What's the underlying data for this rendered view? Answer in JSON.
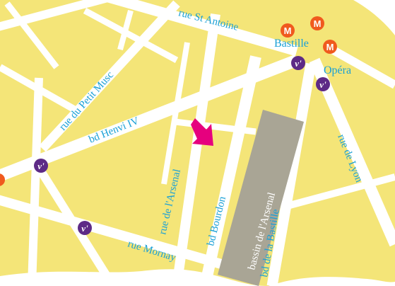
{
  "map": {
    "colors": {
      "land": "#f4e578",
      "road": "#ffffff",
      "basin": "#a9a595",
      "label": "#1aa0d6",
      "metro": "#f05a1e",
      "velib": "#5d2a86",
      "arrow": "#e6007e"
    },
    "streets": {
      "rue_st_antoine": "rue St Antoine",
      "rue_du_petit_musc": "rue du Petit Musc",
      "bd_henri_iv": "bd Henvi IV",
      "rue_de_l_arsenal": "rue de l'Arsenal",
      "bd_bourdon": "bd Bourdon",
      "rue_mornay": "rue Mornay",
      "bd_de_la_bastille": "bd de la Bastille",
      "rue_de_lyon": "rue de Lyon"
    },
    "basin_label": "bassin de l'Arsenal",
    "stations": {
      "bastille": "Bastille",
      "opera": "Opéra"
    },
    "metro_letter": "M",
    "velib_letter": "v'",
    "arrow_icon": "destination-arrow-icon"
  }
}
